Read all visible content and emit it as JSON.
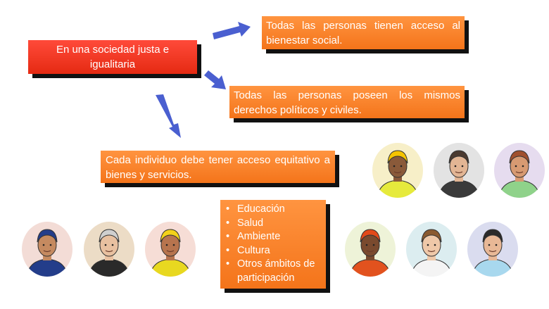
{
  "main_statement": "En una sociedad justa e igualitaria",
  "consequences": [
    "Todas las personas tienen acceso al bienestar social.",
    "Todas las personas poseen los mismos derechos políticos y civiles.",
    "Cada individuo debe tener acceso equitativo a bienes y servicios."
  ],
  "areas": [
    "Educación",
    "Salud",
    "Ambiente",
    "Cultura",
    "Otros ámbitos de participación"
  ],
  "colors": {
    "red_box": "#ef3a22",
    "orange_box": "#f98530",
    "arrow": "#4a5fd0"
  },
  "people": [
    {
      "role": "construction-worker",
      "bg": "#f7efc8",
      "skin": "#8a5a3a",
      "hat": "#f5c400",
      "body": "#e6ea3c"
    },
    {
      "role": "politician",
      "bg": "#e3e3e3",
      "skin": "#e2b594",
      "hat": "#4a3a30",
      "body": "#3a3a3a"
    },
    {
      "role": "teacher",
      "bg": "#e6dcef",
      "skin": "#d79a72",
      "hat": "#a0502e",
      "body": "#8fd28a"
    },
    {
      "role": "police-officer",
      "bg": "#f3dcd6",
      "skin": "#c58a60",
      "hat": "#233d8a",
      "body": "#233d8a"
    },
    {
      "role": "judge",
      "bg": "#ecdcc6",
      "skin": "#e8c0a0",
      "hat": "#cfcfcf",
      "body": "#2a2a2a"
    },
    {
      "role": "firefighter",
      "bg": "#f6ddd6",
      "skin": "#b7744e",
      "hat": "#f3d21a",
      "body": "#e8d820"
    },
    {
      "role": "street-sweeper",
      "bg": "#eef3d8",
      "skin": "#7a4a2e",
      "hat": "#e24a1a",
      "body": "#e2521e"
    },
    {
      "role": "doctor",
      "bg": "#dcedf0",
      "skin": "#efc8a8",
      "hat": "#8a5a30",
      "body": "#f4f4f4"
    },
    {
      "role": "nurse",
      "bg": "#dadcef",
      "skin": "#e8b896",
      "hat": "#2a2a2a",
      "body": "#a8d8ee"
    }
  ]
}
